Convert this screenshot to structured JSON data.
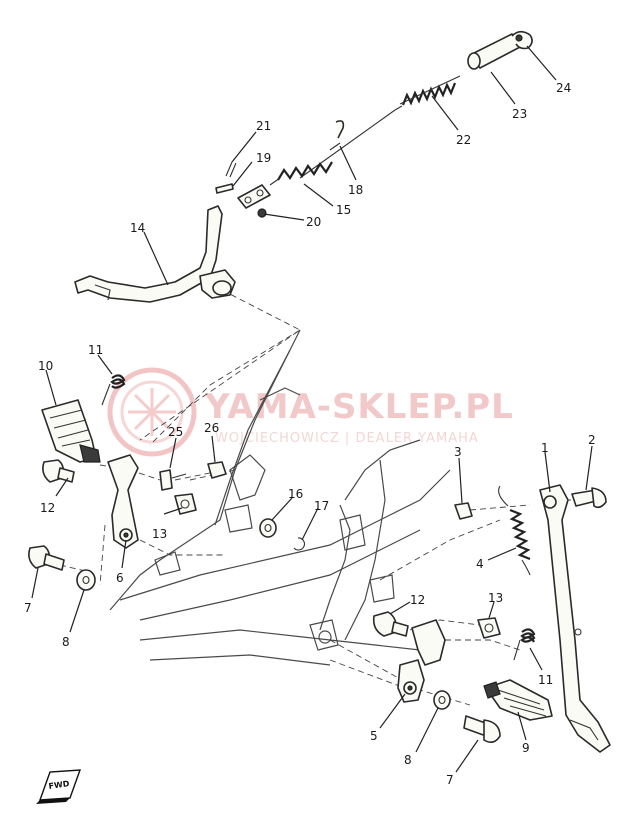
{
  "watermark": {
    "site": "YAMA-SKLEP.PL",
    "subtitle": "WOJCIECHOWICZ | DEALER YAMAHA",
    "color": "#e8a0a0"
  },
  "direction_badge": "FWD",
  "callouts": [
    {
      "id": "c24",
      "number": "24"
    },
    {
      "id": "c23",
      "number": "23"
    },
    {
      "id": "c22",
      "number": "22"
    },
    {
      "id": "c21",
      "number": "21"
    },
    {
      "id": "c19",
      "number": "19"
    },
    {
      "id": "c18",
      "number": "18"
    },
    {
      "id": "c15",
      "number": "15"
    },
    {
      "id": "c20",
      "number": "20"
    },
    {
      "id": "c14",
      "number": "14"
    },
    {
      "id": "c11a",
      "number": "11"
    },
    {
      "id": "c10",
      "number": "10"
    },
    {
      "id": "c25a",
      "number": "25"
    },
    {
      "id": "c26",
      "number": "26"
    },
    {
      "id": "c1",
      "number": "1"
    },
    {
      "id": "c2",
      "number": "2"
    },
    {
      "id": "c3",
      "number": "3"
    },
    {
      "id": "c12a",
      "number": "12"
    },
    {
      "id": "c13a",
      "number": "13"
    },
    {
      "id": "c16",
      "number": "16"
    },
    {
      "id": "c17",
      "number": "17"
    },
    {
      "id": "c4",
      "number": "4"
    },
    {
      "id": "c6",
      "number": "6"
    },
    {
      "id": "c7a",
      "number": "7"
    },
    {
      "id": "c8a",
      "number": "8"
    },
    {
      "id": "c12b",
      "number": "12"
    },
    {
      "id": "c13b",
      "number": "13"
    },
    {
      "id": "c11b",
      "number": "11"
    },
    {
      "id": "c5",
      "number": "5"
    },
    {
      "id": "c8b",
      "number": "8"
    },
    {
      "id": "c9",
      "number": "9"
    },
    {
      "id": "c7b",
      "number": "7"
    }
  ]
}
